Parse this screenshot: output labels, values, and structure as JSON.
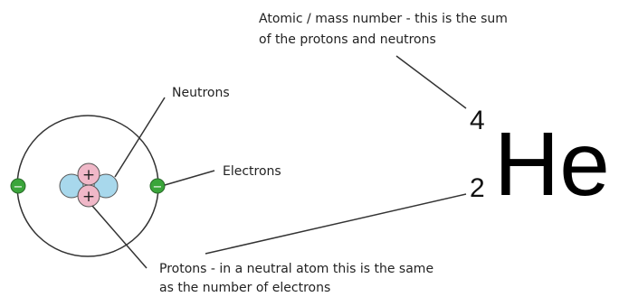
{
  "element": {
    "mass_number": "4",
    "atomic_number": "2",
    "symbol": "He"
  },
  "labels": {
    "mass_line1": "Atomic / mass number - this is the sum",
    "mass_line2": "of the protons and neutrons",
    "neutrons": "Neutrons",
    "electrons": "Electrons",
    "protons_line1": "Protons - in a neutral atom this is the same",
    "protons_line2": "as the number of electrons"
  },
  "particles": {
    "electron_sign": "−",
    "proton_sign": "+"
  },
  "colors": {
    "neutron": "#a8d8ec",
    "proton": "#f0b8c8",
    "electron": "#3aa53a",
    "orbit": "#333333",
    "text": "#222222"
  }
}
